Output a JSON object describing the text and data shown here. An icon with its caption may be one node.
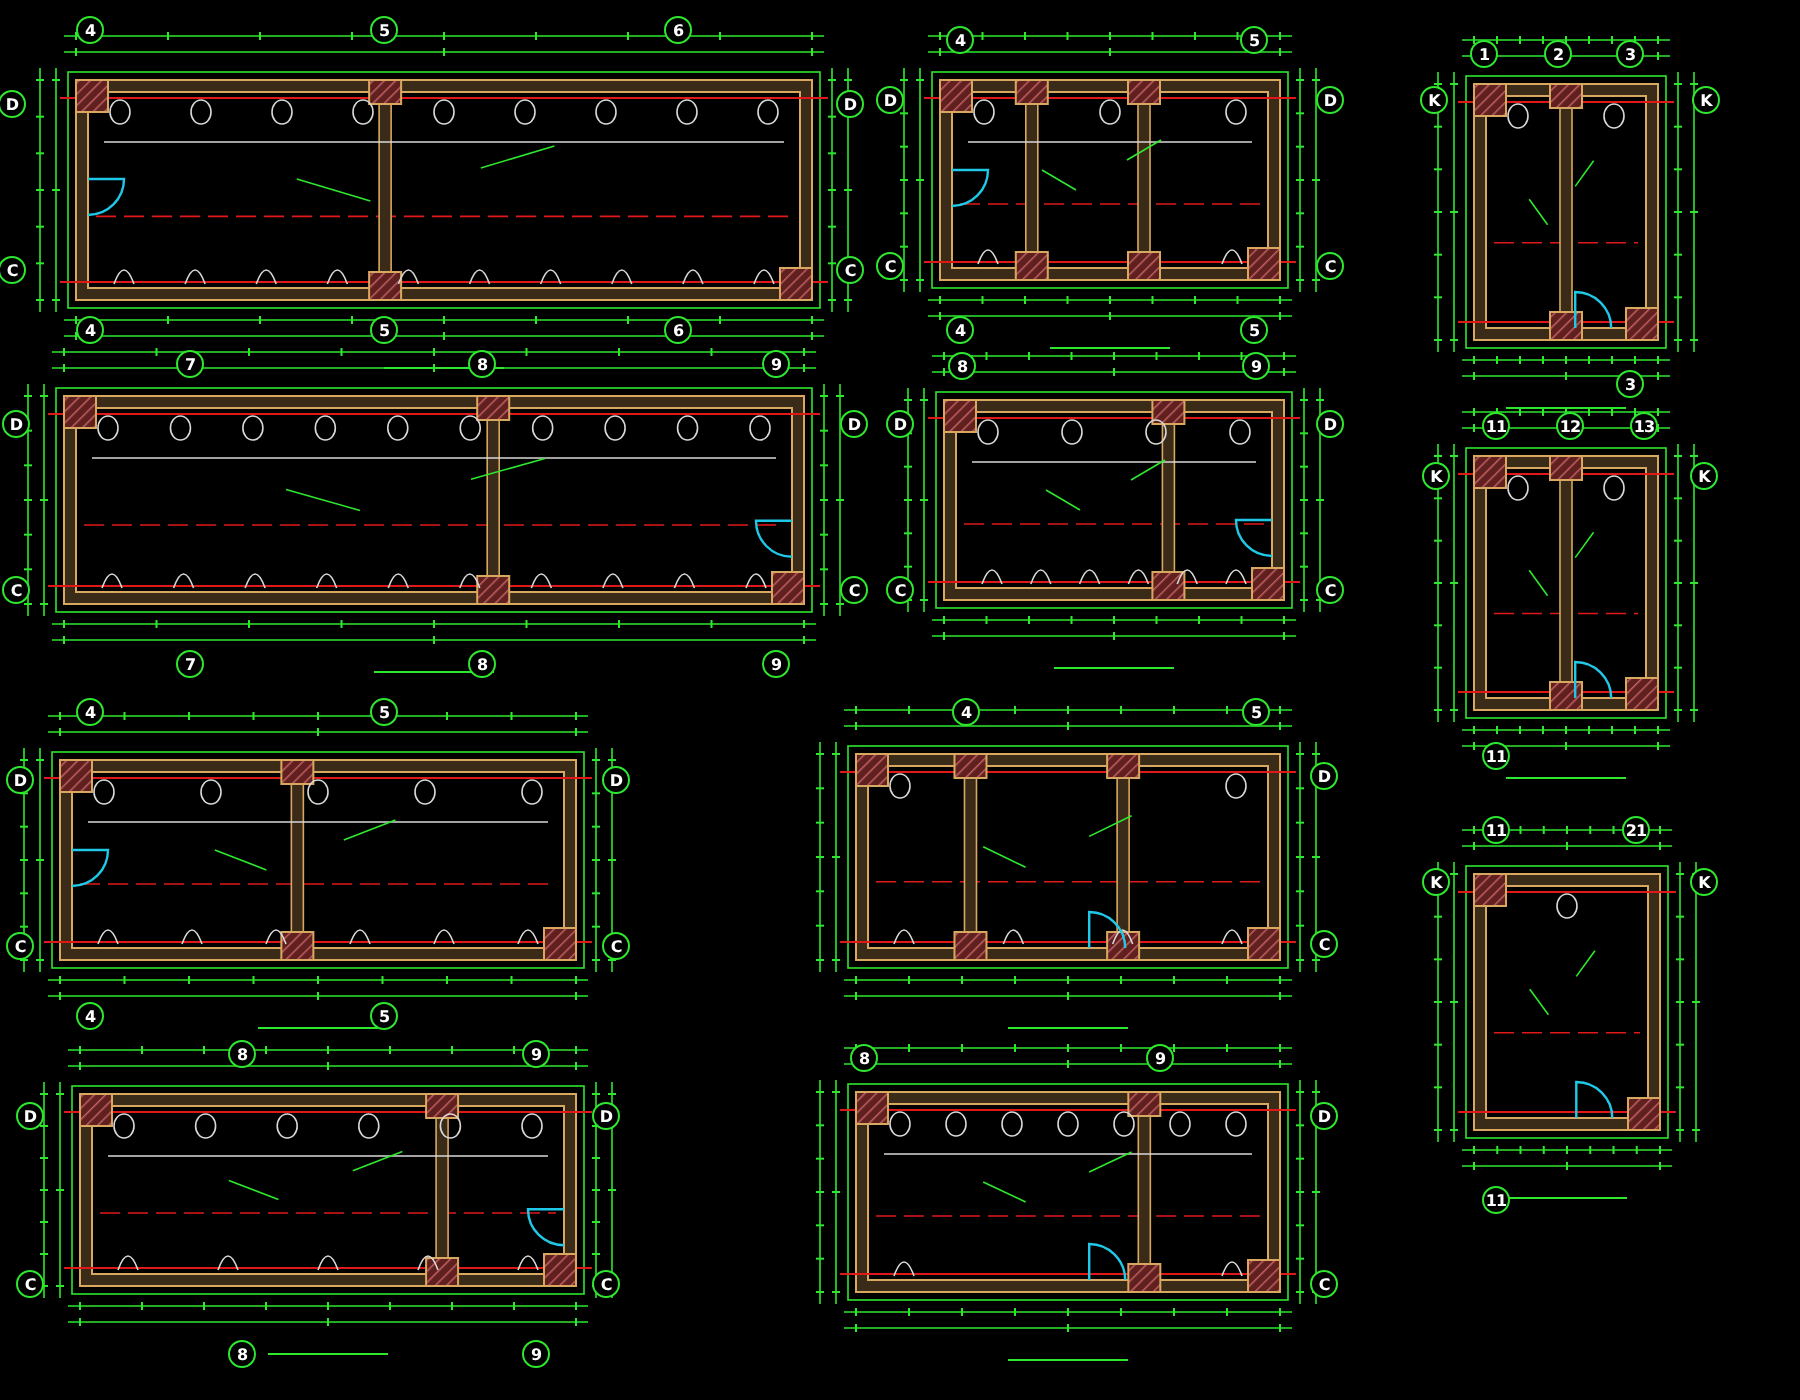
{
  "diagram": {
    "labels": [
      "4",
      "5",
      "6",
      "D",
      "D",
      "C",
      "C",
      "4",
      "5",
      "6",
      "4",
      "5",
      "D",
      "D",
      "C",
      "C",
      "4",
      "5",
      "1",
      "2",
      "3",
      "K",
      "K",
      "3",
      "7",
      "8",
      "9",
      "D",
      "D",
      "C",
      "C",
      "7",
      "8",
      "9",
      "8",
      "9",
      "D",
      "D",
      "C",
      "C",
      "11",
      "12",
      "13",
      "K",
      "K",
      "11",
      "4",
      "5",
      "D",
      "D",
      "C",
      "C",
      "4",
      "5",
      "4",
      "5",
      "D",
      "C",
      "11",
      "21",
      "K",
      "K",
      "11",
      "8",
      "9",
      "D",
      "D",
      "C",
      "C",
      "8",
      "9",
      "8",
      "9",
      "D",
      "C"
    ]
  }
}
